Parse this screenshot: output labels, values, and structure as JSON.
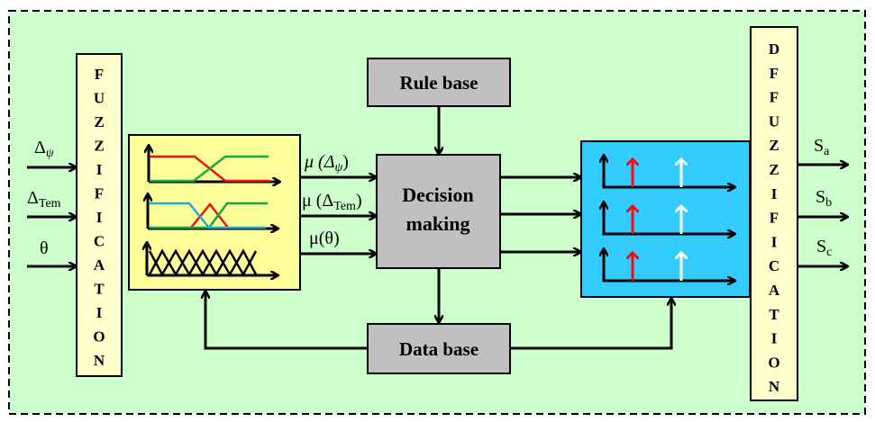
{
  "inputs": [
    {
      "main": "Δ",
      "sub": "ψ"
    },
    {
      "main": "Δ",
      "sub": "Tem"
    },
    {
      "main": "θ",
      "sub": ""
    }
  ],
  "fuzzification_letters": [
    "F",
    "U",
    "Z",
    "Z",
    "I",
    "F",
    "I",
    "C",
    "A",
    "T",
    "I",
    "O",
    "N"
  ],
  "defuzzification_letters": [
    "D",
    "F",
    "F",
    "U",
    "Z",
    "Z",
    "I",
    "F",
    "I",
    "C",
    "A",
    "T",
    "I",
    "O",
    "N"
  ],
  "mu_labels": [
    {
      "main": "μ (Δ",
      "sub": "ψ",
      "end": ")"
    },
    {
      "main": "μ (Δ",
      "sub": "Tem",
      "end": ")"
    },
    {
      "main": "μ(θ)",
      "sub": "",
      "end": ""
    }
  ],
  "rule_base": "Rule base",
  "decision": [
    "Decision",
    "making"
  ],
  "data_base": "Data base",
  "outputs": [
    {
      "main": "S",
      "sub": "a"
    },
    {
      "main": "S",
      "sub": "b"
    },
    {
      "main": "S",
      "sub": "c"
    }
  ],
  "colors": {
    "background": "#ccffcc",
    "fuzz_box": "#ffffcc",
    "mf_box": "#ffff99",
    "gray_box": "#c0c0c0",
    "output_box": "#33ccff",
    "red": "#ee1111",
    "green": "#11aa44",
    "blue_line": "#22aadd"
  }
}
